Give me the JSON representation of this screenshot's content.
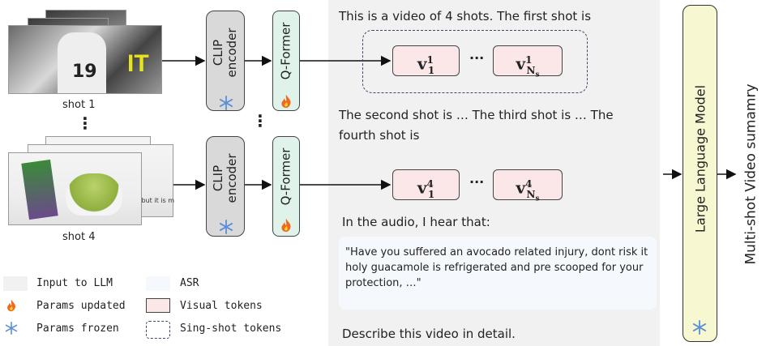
{
  "shots": [
    {
      "label": "shot 1"
    },
    {
      "label": "shot 4"
    }
  ],
  "shot_frame_text": {
    "shot1_overlay": "IT",
    "shot1_jersey": "19",
    "shot4_caption": "but it is m"
  },
  "vertical_ellipsis": "⋮",
  "encoder": {
    "label_line1": "CLIP",
    "label_line2": "encoder"
  },
  "qformer": {
    "label": "Q-Former"
  },
  "prompt": {
    "line1": "This is a video of 4 shots. The first shot is",
    "line2": "The second shot is … The third shot is … The",
    "line3": "fourth shot is",
    "audio_intro": "In the audio, I hear that:",
    "asr_text": "\"Have you suffered an avocado related injury, dont risk it holy guacamole is refrigerated and pre scooped for your protection, …\"",
    "final": "Describe this video in detail."
  },
  "tokens": {
    "shot1_first": {
      "base": "v",
      "sup": "1",
      "sub": "1"
    },
    "shot1_last": {
      "base": "v",
      "sup": "1",
      "sub": "N",
      "subsub": "s"
    },
    "shot4_first": {
      "base": "v",
      "sup": "4",
      "sub": "1"
    },
    "shot4_last": {
      "base": "v",
      "sup": "4",
      "sub": "N",
      "subsub": "s"
    },
    "ellipsis": "···"
  },
  "llm": {
    "label": "Large Language Model"
  },
  "output": {
    "label": "Multi-shot Video sumamry"
  },
  "legend": [
    {
      "label": "Input to LLM",
      "swatch": "input"
    },
    {
      "label": "ASR",
      "swatch": "asr"
    },
    {
      "label": "Params updated",
      "swatch": "fire-icon"
    },
    {
      "label": "Visual tokens",
      "swatch": "visual"
    },
    {
      "label": "Params frozen",
      "swatch": "snowflake-icon"
    },
    {
      "label": "Sing-shot tokens",
      "swatch": "dashed"
    }
  ],
  "colors": {
    "panel": "#f1f1f1",
    "asr": "#f5f9fd",
    "visual_token": "#fbe7e7",
    "encoder": "#d9d9d9",
    "qformer": "#dff3ea",
    "llm": "#f7f7d2",
    "dashed_border": "#3b4a6b"
  }
}
